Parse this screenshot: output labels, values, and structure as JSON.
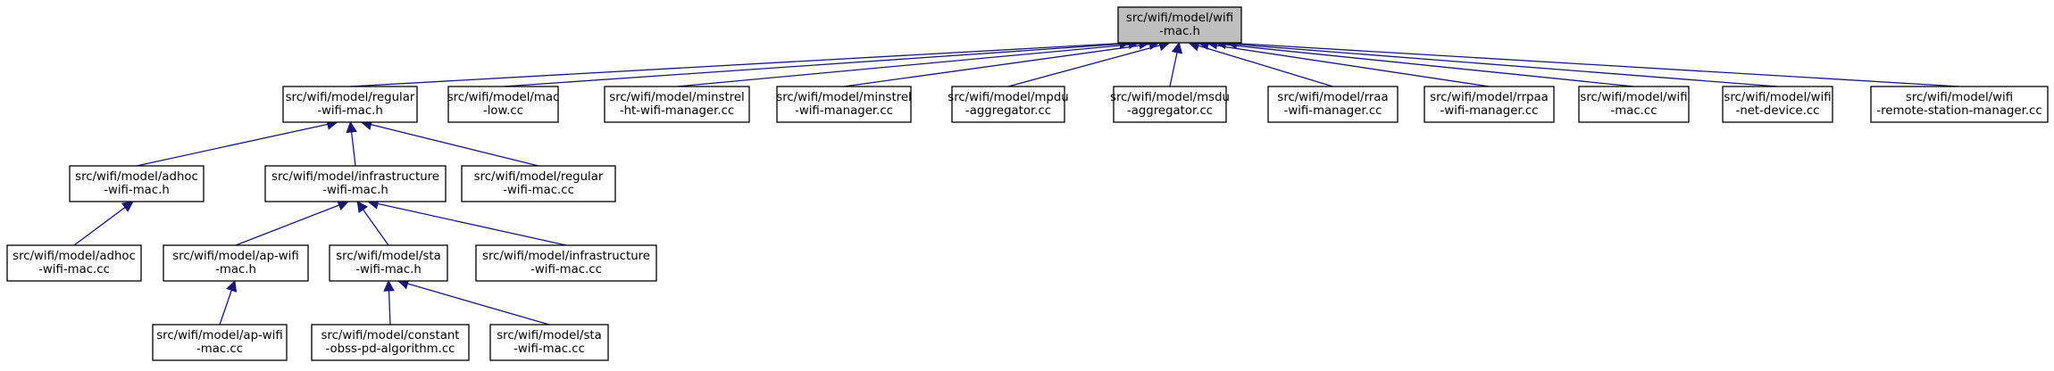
{
  "graph": {
    "nodes": [
      {
        "id": "root",
        "lines": [
          "src/wifi/model/wifi",
          "-mac.h"
        ],
        "root": true
      },
      {
        "id": "regular_h",
        "lines": [
          "src/wifi/model/regular",
          "-wifi-mac.h"
        ]
      },
      {
        "id": "mac_low_cc",
        "lines": [
          "src/wifi/model/mac",
          "-low.cc"
        ]
      },
      {
        "id": "minstrel_ht_cc",
        "lines": [
          "src/wifi/model/minstrel",
          "-ht-wifi-manager.cc"
        ]
      },
      {
        "id": "minstrel_cc",
        "lines": [
          "src/wifi/model/minstrel",
          "-wifi-manager.cc"
        ]
      },
      {
        "id": "mpdu_cc",
        "lines": [
          "src/wifi/model/mpdu",
          "-aggregator.cc"
        ]
      },
      {
        "id": "msdu_cc",
        "lines": [
          "src/wifi/model/msdu",
          "-aggregator.cc"
        ]
      },
      {
        "id": "rraa_cc",
        "lines": [
          "src/wifi/model/rraa",
          "-wifi-manager.cc"
        ]
      },
      {
        "id": "rrpaa_cc",
        "lines": [
          "src/wifi/model/rrpaa",
          "-wifi-manager.cc"
        ]
      },
      {
        "id": "wifi_mac_cc",
        "lines": [
          "src/wifi/model/wifi",
          "-mac.cc"
        ]
      },
      {
        "id": "net_device_cc",
        "lines": [
          "src/wifi/model/wifi",
          "-net-device.cc"
        ]
      },
      {
        "id": "remote_station_cc",
        "lines": [
          "src/wifi/model/wifi",
          "-remote-station-manager.cc"
        ]
      },
      {
        "id": "adhoc_h",
        "lines": [
          "src/wifi/model/adhoc",
          "-wifi-mac.h"
        ]
      },
      {
        "id": "infra_h",
        "lines": [
          "src/wifi/model/infrastructure",
          "-wifi-mac.h"
        ]
      },
      {
        "id": "regular_cc",
        "lines": [
          "src/wifi/model/regular",
          "-wifi-mac.cc"
        ]
      },
      {
        "id": "adhoc_cc",
        "lines": [
          "src/wifi/model/adhoc",
          "-wifi-mac.cc"
        ]
      },
      {
        "id": "ap_h",
        "lines": [
          "src/wifi/model/ap-wifi",
          "-mac.h"
        ]
      },
      {
        "id": "sta_h",
        "lines": [
          "src/wifi/model/sta",
          "-wifi-mac.h"
        ]
      },
      {
        "id": "infra_cc",
        "lines": [
          "src/wifi/model/infrastructure",
          "-wifi-mac.cc"
        ]
      },
      {
        "id": "ap_cc",
        "lines": [
          "src/wifi/model/ap-wifi",
          "-mac.cc"
        ]
      },
      {
        "id": "constant_obss_cc",
        "lines": [
          "src/wifi/model/constant",
          "-obss-pd-algorithm.cc"
        ]
      },
      {
        "id": "sta_cc",
        "lines": [
          "src/wifi/model/sta",
          "-wifi-mac.cc"
        ]
      }
    ],
    "edges": [
      {
        "from": "regular_h",
        "to": "root"
      },
      {
        "from": "mac_low_cc",
        "to": "root"
      },
      {
        "from": "minstrel_ht_cc",
        "to": "root"
      },
      {
        "from": "minstrel_cc",
        "to": "root"
      },
      {
        "from": "mpdu_cc",
        "to": "root"
      },
      {
        "from": "msdu_cc",
        "to": "root"
      },
      {
        "from": "rraa_cc",
        "to": "root"
      },
      {
        "from": "rrpaa_cc",
        "to": "root"
      },
      {
        "from": "wifi_mac_cc",
        "to": "root"
      },
      {
        "from": "net_device_cc",
        "to": "root"
      },
      {
        "from": "remote_station_cc",
        "to": "root"
      },
      {
        "from": "adhoc_h",
        "to": "regular_h"
      },
      {
        "from": "infra_h",
        "to": "regular_h"
      },
      {
        "from": "regular_cc",
        "to": "regular_h"
      },
      {
        "from": "adhoc_cc",
        "to": "adhoc_h"
      },
      {
        "from": "ap_h",
        "to": "infra_h"
      },
      {
        "from": "sta_h",
        "to": "infra_h"
      },
      {
        "from": "infra_cc",
        "to": "infra_h"
      },
      {
        "from": "ap_cc",
        "to": "ap_h"
      },
      {
        "from": "constant_obss_cc",
        "to": "sta_h"
      },
      {
        "from": "sta_cc",
        "to": "sta_h"
      }
    ]
  }
}
